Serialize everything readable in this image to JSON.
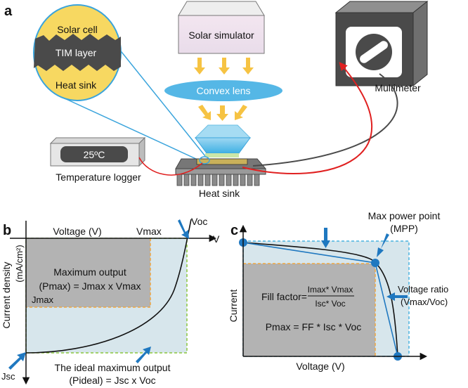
{
  "panel_a": {
    "label": "a",
    "zoom": {
      "solar_cell": "Solar cell",
      "tim_layer": "TIM layer",
      "heat_sink": "Heat sink"
    },
    "solar_simulator": "Solar simulator",
    "convex_lens": "Convex lens",
    "multimeter": "Multimeter",
    "temp_display": "25ºC",
    "temperature_logger": "Temperature logger",
    "heat_sink_label": "Heat sink"
  },
  "panel_b": {
    "label": "b",
    "x_axis": "Voltage (V)",
    "x_arrow_label": "V",
    "vmax": "Vmax",
    "voc": "Voc",
    "y_axis_line1": "Current density",
    "y_axis_line2": "(mA/cm²)",
    "jmax": "Jmax",
    "jsc": "Jsc",
    "max_output_title": "Maximum output",
    "max_output_formula": "(Pmax) = Jmax x Vmax",
    "ideal_title": "The ideal maximum output",
    "ideal_formula": "(Pideal) = Jsc x Voc"
  },
  "panel_c": {
    "label": "c",
    "mpp_line1": "Max power point",
    "mpp_line2": "(MPP)",
    "voltage_ratio_line1": "Voltage ratio",
    "voltage_ratio_line2": "(Vmax/Voc)",
    "y_axis": "Current",
    "x_axis": "Voltage (V)",
    "ff_label": "Fill factor=",
    "ff_numerator": "Imax* Vmax",
    "ff_denominator": "Isc* Voc",
    "pmax_formula": "Pmax = FF * Isc * Voc"
  },
  "colors": {
    "grey_box": "#b3b3b3",
    "ideal_fill": "#d7e6ec",
    "orange_dash": "#f0a640",
    "green_dash": "#8cc63e",
    "blue_arrow": "#1f78c0",
    "red_wire": "#e02020",
    "yellow_arrow": "#f6c343"
  }
}
